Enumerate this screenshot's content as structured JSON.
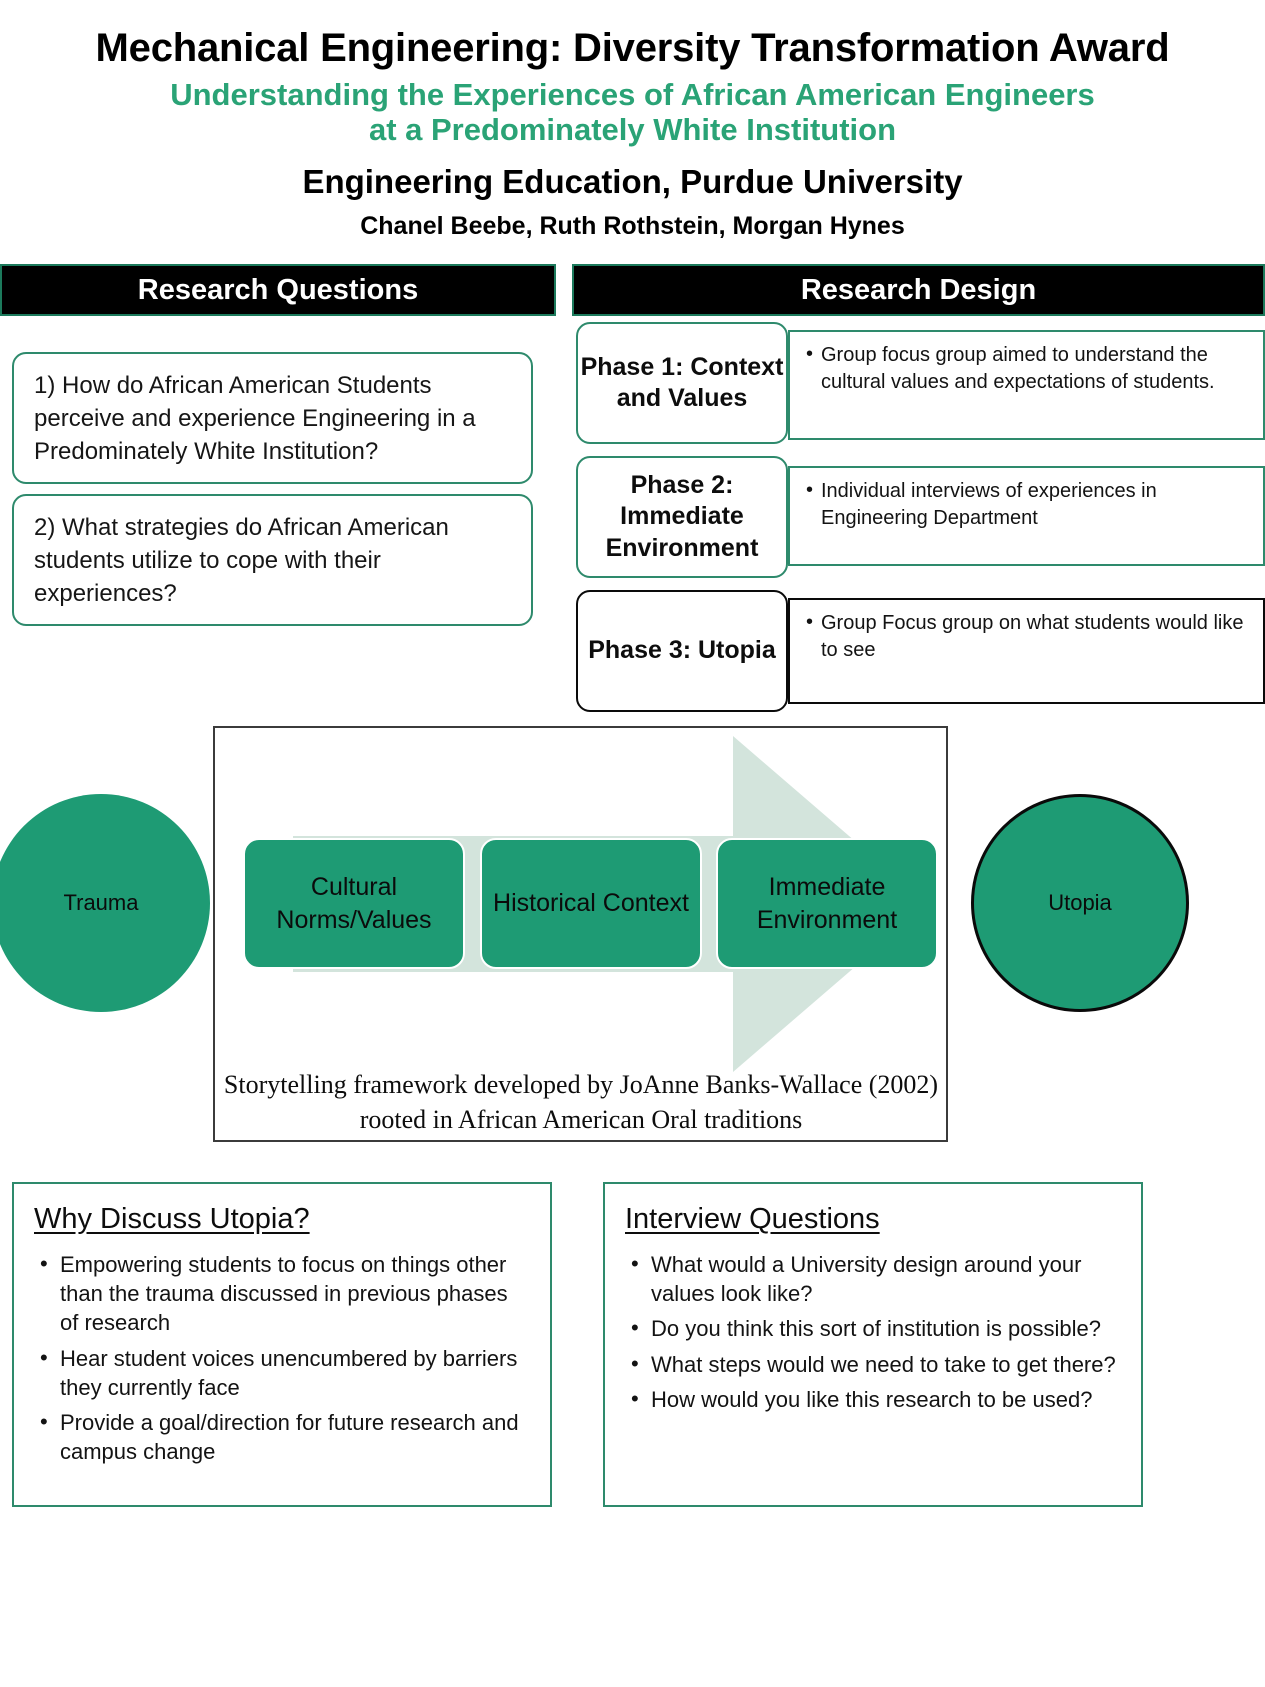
{
  "poster": {
    "title": "Mechanical Engineering: Diversity Transformation Award",
    "subtitle_line1": "Understanding the Experiences of African American Engineers",
    "subtitle_line2": "at a Predominately White Institution",
    "affiliation": "Engineering Education, Purdue University",
    "authors": "Chanel Beebe, Ruth Rothstein, Morgan Hynes",
    "colors": {
      "accent_green": "#1e9b74",
      "subtitle_green": "#2aa376",
      "header_bar": "#000000",
      "card_border": "#2e8a6c",
      "arrow_fill": "#d3e4dc"
    }
  },
  "research_questions": {
    "header": "Research Questions",
    "items": [
      "1) How do African American Students perceive and experience Engineering in a Predominately White Institution?",
      "2) What strategies do African American students utilize to cope with their experiences?"
    ]
  },
  "research_design": {
    "header": "Research Design",
    "phases": [
      {
        "label": "Phase 1: Context and Values",
        "description": "Group focus group aimed to understand the cultural values and expectations of students.",
        "border": "green"
      },
      {
        "label": "Phase 2: Immediate Environment",
        "description": "Individual interviews of experiences in Engineering Department",
        "border": "green"
      },
      {
        "label": "Phase 3: Utopia",
        "description": "Group Focus group on what students would like to see",
        "border": "black"
      }
    ]
  },
  "framework": {
    "left_pole": "Trauma",
    "right_pole": "Utopia",
    "stages": [
      "Cultural Norms/Values",
      "Historical Context",
      "Immediate Environment"
    ],
    "caption": "Storytelling framework developed by JoAnne Banks-Wallace (2002) rooted in African American Oral traditions"
  },
  "why_utopia": {
    "heading": "Why Discuss Utopia?",
    "bullets": [
      "Empowering students to focus on things other than the trauma discussed in previous phases of research",
      "Hear student voices unencumbered by barriers they currently face",
      "Provide a goal/direction for future research and campus change"
    ]
  },
  "interview_questions": {
    "heading": "Interview Questions",
    "bullets": [
      "What would a University design around your values look like?",
      "Do you think this sort of institution is possible?",
      "What steps would we need to take to get there?",
      "How would you like this research to be used?"
    ]
  }
}
